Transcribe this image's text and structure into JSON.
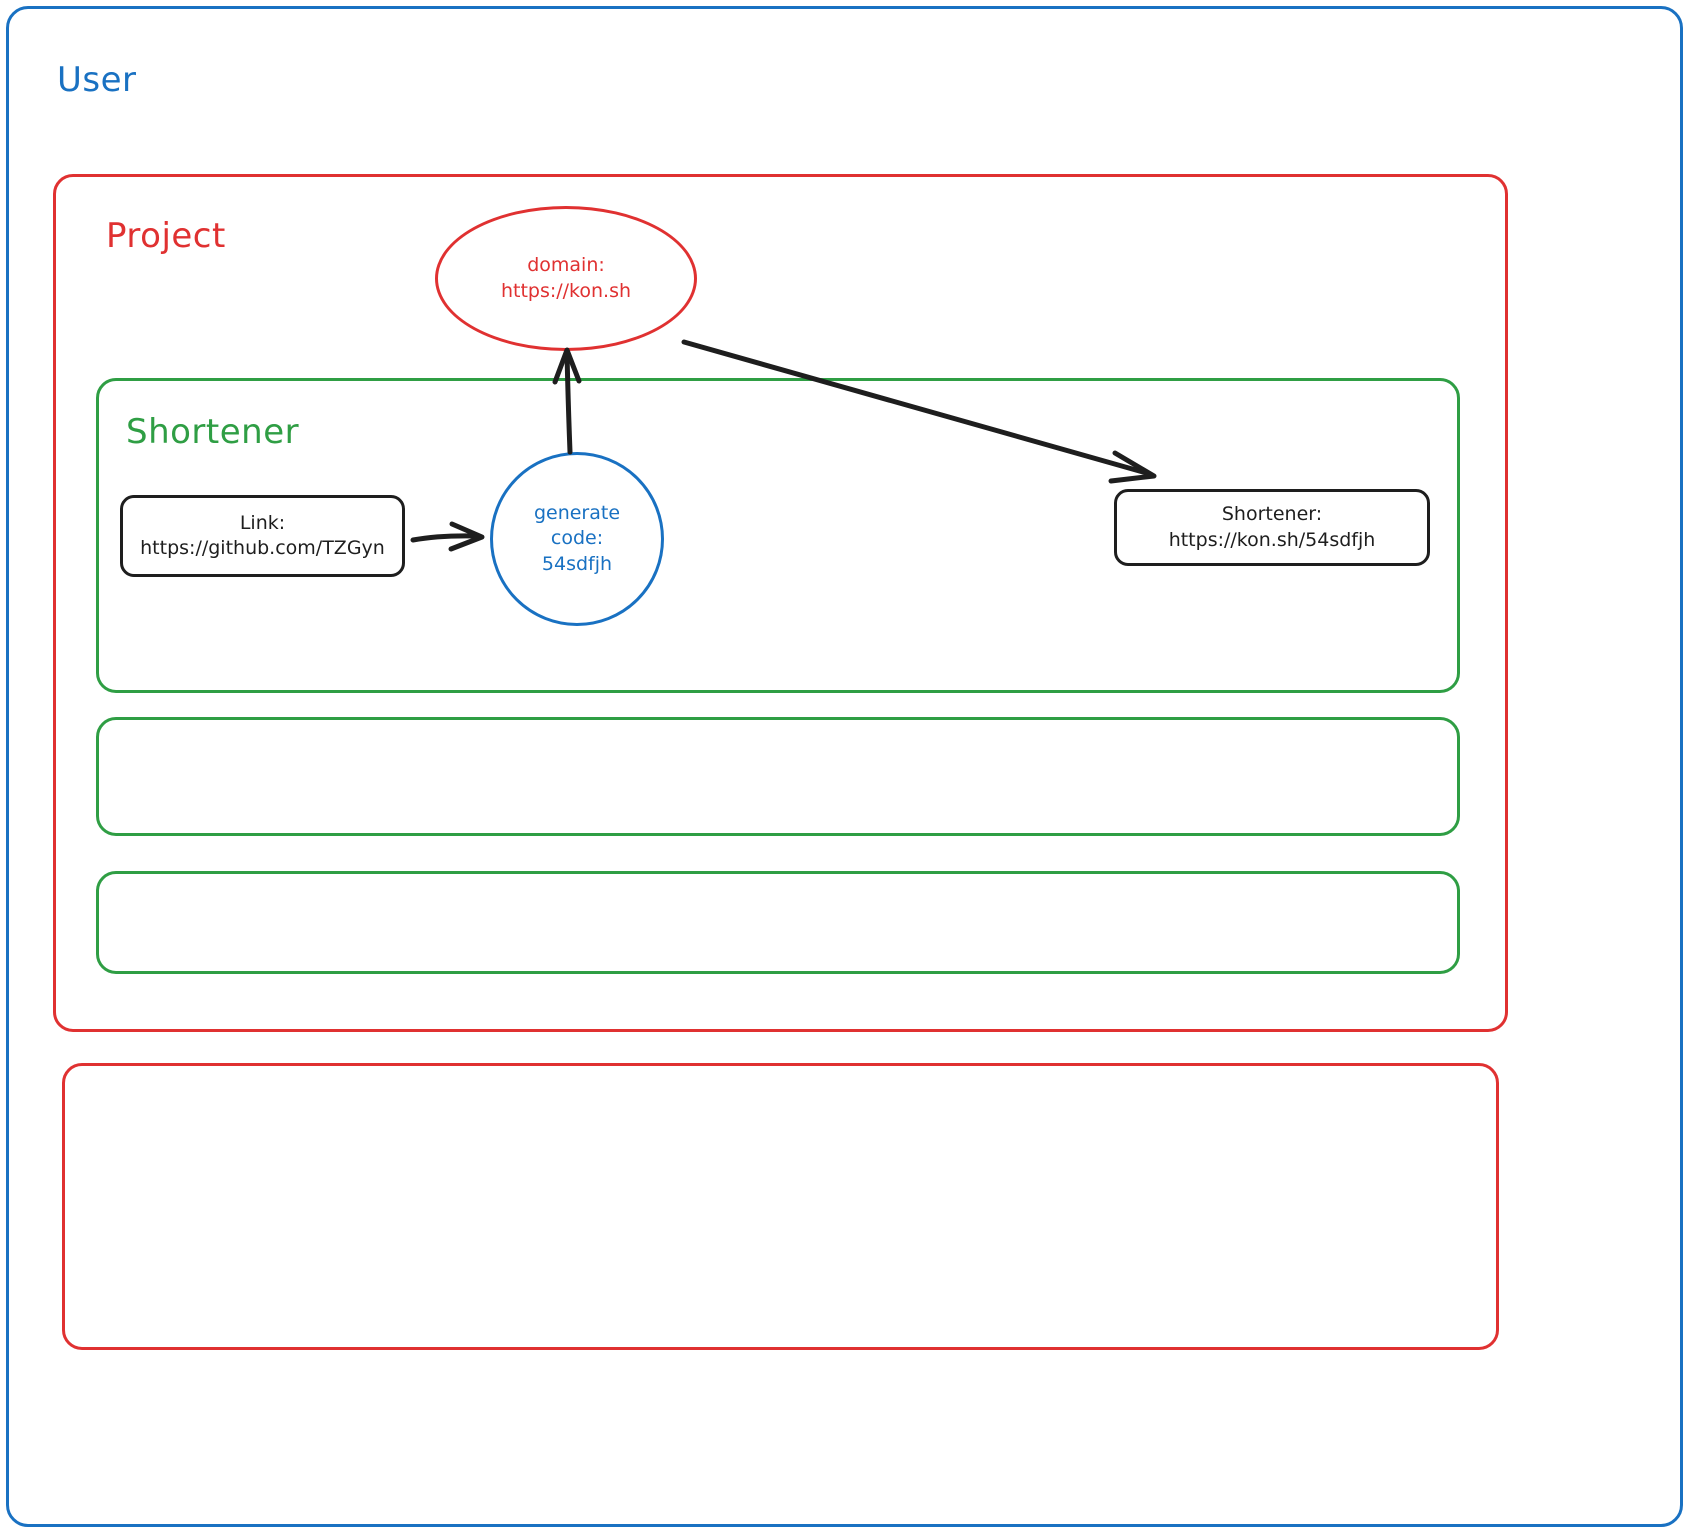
{
  "diagram": {
    "style": "hand-drawn whiteboard",
    "background": "#ffffff",
    "colors": {
      "user": "#1971c2",
      "project": "#e03131",
      "shortener": "#2f9e44",
      "node_stroke": "#1e1e1e",
      "arrow": "#1e1e1e"
    }
  },
  "frames": {
    "user": {
      "label": "User",
      "color": "#1971c2"
    },
    "project": {
      "label": "Project",
      "color": "#e03131"
    },
    "shortener": {
      "label": "Shortener",
      "color": "#2f9e44"
    },
    "green_empty_1": {
      "label": "",
      "color": "#2f9e44"
    },
    "green_empty_2": {
      "label": "",
      "color": "#2f9e44"
    },
    "project_empty": {
      "label": "",
      "color": "#e03131"
    }
  },
  "nodes": {
    "domain": {
      "shape": "ellipse",
      "color": "#e03131",
      "line1": "domain:",
      "line2": "https://kon.sh",
      "text": "domain:\nhttps://kon.sh"
    },
    "link": {
      "shape": "rounded-rect",
      "color": "#1e1e1e",
      "line1": "Link:",
      "line2": "https://github.com/TZGyn",
      "text": "Link:\nhttps://github.com/TZGyn"
    },
    "generate_code": {
      "shape": "circle",
      "color": "#1971c2",
      "line1": "generate",
      "line2": "code:",
      "line3": "54sdfjh",
      "text": "generate\ncode:\n54sdfjh"
    },
    "shortener_result": {
      "shape": "rounded-rect",
      "color": "#1e1e1e",
      "line1": "Shortener:",
      "line2": "https://kon.sh/54sdfjh",
      "text": "Shortener:\nhttps://kon.sh/54sdfjh"
    }
  },
  "arrows": [
    {
      "name": "link-to-generate",
      "from": "link",
      "to": "generate_code",
      "direction": "right"
    },
    {
      "name": "generate-to-domain",
      "from": "generate_code",
      "to": "domain",
      "direction": "up"
    },
    {
      "name": "domain-to-shortener-result",
      "from": "domain",
      "to": "shortener_result",
      "direction": "down-right"
    }
  ]
}
